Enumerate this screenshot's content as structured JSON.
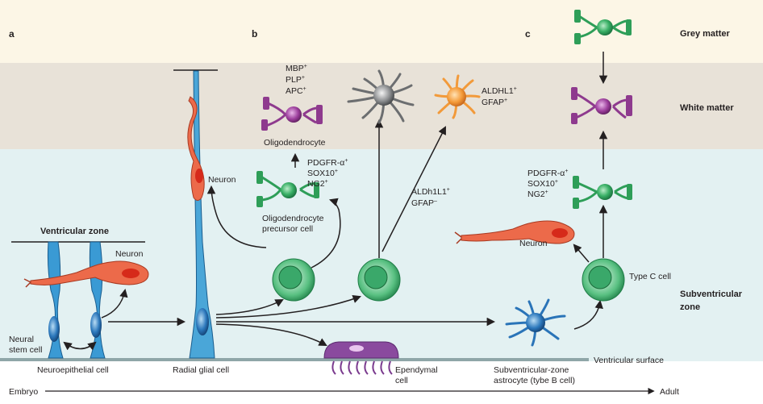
{
  "panels": {
    "a": "a",
    "b": "b",
    "c": "c"
  },
  "regions": {
    "grey_matter": "Grey matter",
    "white_matter": "White matter",
    "svz_line1": "Subventricular",
    "svz_line2": "zone",
    "ventricular_zone": "Ventricular zone",
    "ventricular_surface": "Ventricular surface"
  },
  "timeline": {
    "start": "Embryo",
    "end": "Adult"
  },
  "cells": {
    "neuroepithelial": "Neuroepithelial cell",
    "radial_glial": "Radial glial cell",
    "ependymal_1": "Ependymal",
    "ependymal_2": "cell",
    "svz_astro_1": "Subventricular-zone",
    "svz_astro_2": "astrocyte (tybe B cell)",
    "neural_stem_1": "Neural",
    "neural_stem_2": "stem cell",
    "neuron_a": "Neuron",
    "neuron_b": "Neuron",
    "neuron_c": "Neuron",
    "oligodendrocyte": "Oligodendrocyte",
    "opc_1": "Oligodendrocyte",
    "opc_2": "precursor cell",
    "type_c": "Type C cell"
  },
  "markers": {
    "mbp": "MBP",
    "plp": "PLP",
    "apc": "APC",
    "pdgfr_b": "PDGFR-α",
    "sox10_b": "SOX10",
    "ng2_b": "NG2",
    "aldhl1": "ALDHL1",
    "gfap_pos": "GFAP",
    "aldh1l1": "ALDh1L1",
    "gfap_neg": "GFAP",
    "pdgfr_c": "PDGFR-α",
    "sox10_c": "SOX10",
    "ng2_c": "NG2",
    "plus": "+",
    "minus": "–"
  },
  "colors": {
    "grey_band": "#fcf6e6",
    "white_band": "#e8e2d8",
    "svz_band": "#e3f1f2",
    "neuron": "#e8553a",
    "radial": "#2c8ec6",
    "opc": "#2e9e58",
    "oligo": "#8e3a8e",
    "astro_grey": "#8a8c8e",
    "astro_orange": "#f39a3a",
    "svz_astro": "#2a74b8",
    "ependymal": "#8a4a9e"
  }
}
